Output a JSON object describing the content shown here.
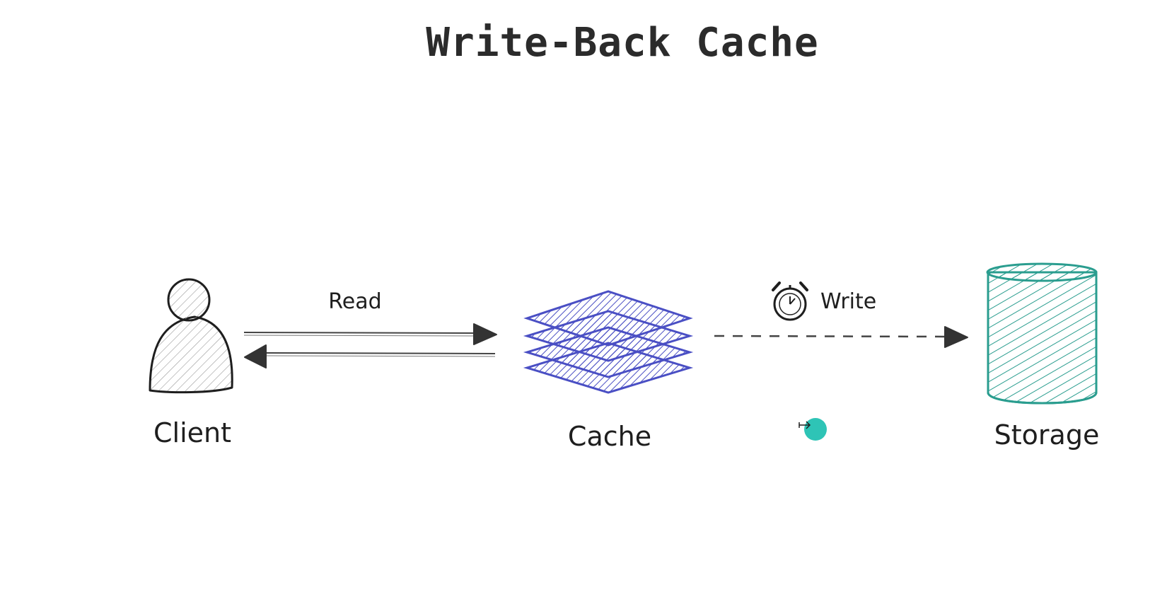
{
  "title": "Write-Back Cache",
  "nodes": {
    "client": {
      "label": "Client",
      "icon": "person-icon",
      "color": "#1e1e1e"
    },
    "cache": {
      "label": "Cache",
      "icon": "layers-icon",
      "color": "#4a4fc4"
    },
    "storage": {
      "label": "Storage",
      "icon": "database-cylinder-icon",
      "color": "#2a9d8f"
    }
  },
  "edges": {
    "read": {
      "label": "Read"
    },
    "write": {
      "label": "Write",
      "icon": "stopwatch-icon"
    }
  },
  "cursor": {
    "color": "#2ec4b6",
    "icon": "cursor-arrow-icon"
  }
}
